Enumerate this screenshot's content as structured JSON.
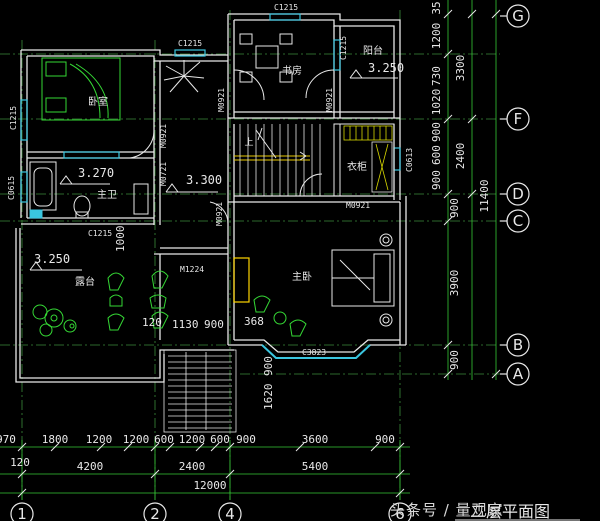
{
  "rooms": {
    "bedroom": "卧室",
    "study": "书房",
    "balcony": "阳台",
    "wardrobe": "衣柜",
    "master_bath": "主卫",
    "terrace": "露台",
    "master_bedroom": "主卧",
    "stair_up": "上"
  },
  "levels": {
    "balcony": "3.250",
    "bath": "3.270",
    "hall": "3.300",
    "terrace": "3.250"
  },
  "openings": {
    "c1215_top": "C1215",
    "c1215_study": "C1215",
    "c1215_balcony": "C1215",
    "c1215_bed_left": "C1215",
    "c1215_bath": "C1215",
    "c0615": "C0615",
    "c3823": "C3823",
    "m0921_study_left": "M0921",
    "m0921_study_right": "M0921",
    "m0921_bedroom": "M0921",
    "m0921_wardrobe": "M0921",
    "m0921_master": "M0921",
    "m0721": "M0721",
    "m1224": "M1224",
    "c0613": "C0613"
  },
  "inner_dims": {
    "d1000": "1000",
    "d120": "120",
    "d1130": "1130",
    "d900": "900",
    "d368": "368",
    "d900v": "900",
    "d1620": "1620"
  },
  "bottom_dims": {
    "row1": [
      "970",
      "1800",
      "1200",
      "1200",
      "600",
      "1200",
      "600",
      "900",
      "3600",
      "900"
    ],
    "row2": [
      "120",
      "4200",
      "2400",
      "5400"
    ],
    "total": "12000"
  },
  "right_dims": {
    "col1": [
      "35",
      "1200",
      "730",
      "1020",
      "900",
      "600",
      "900",
      "900",
      "3900",
      "900"
    ],
    "col2": [
      "3300",
      "2400",
      "11400"
    ]
  },
  "axes": {
    "right": [
      "G",
      "F",
      "D",
      "C",
      "B",
      "A"
    ],
    "bottom": [
      "1",
      "2",
      "4",
      "6"
    ]
  },
  "drawing_title": "二层平面图",
  "watermark": "头条号 / 量观家"
}
